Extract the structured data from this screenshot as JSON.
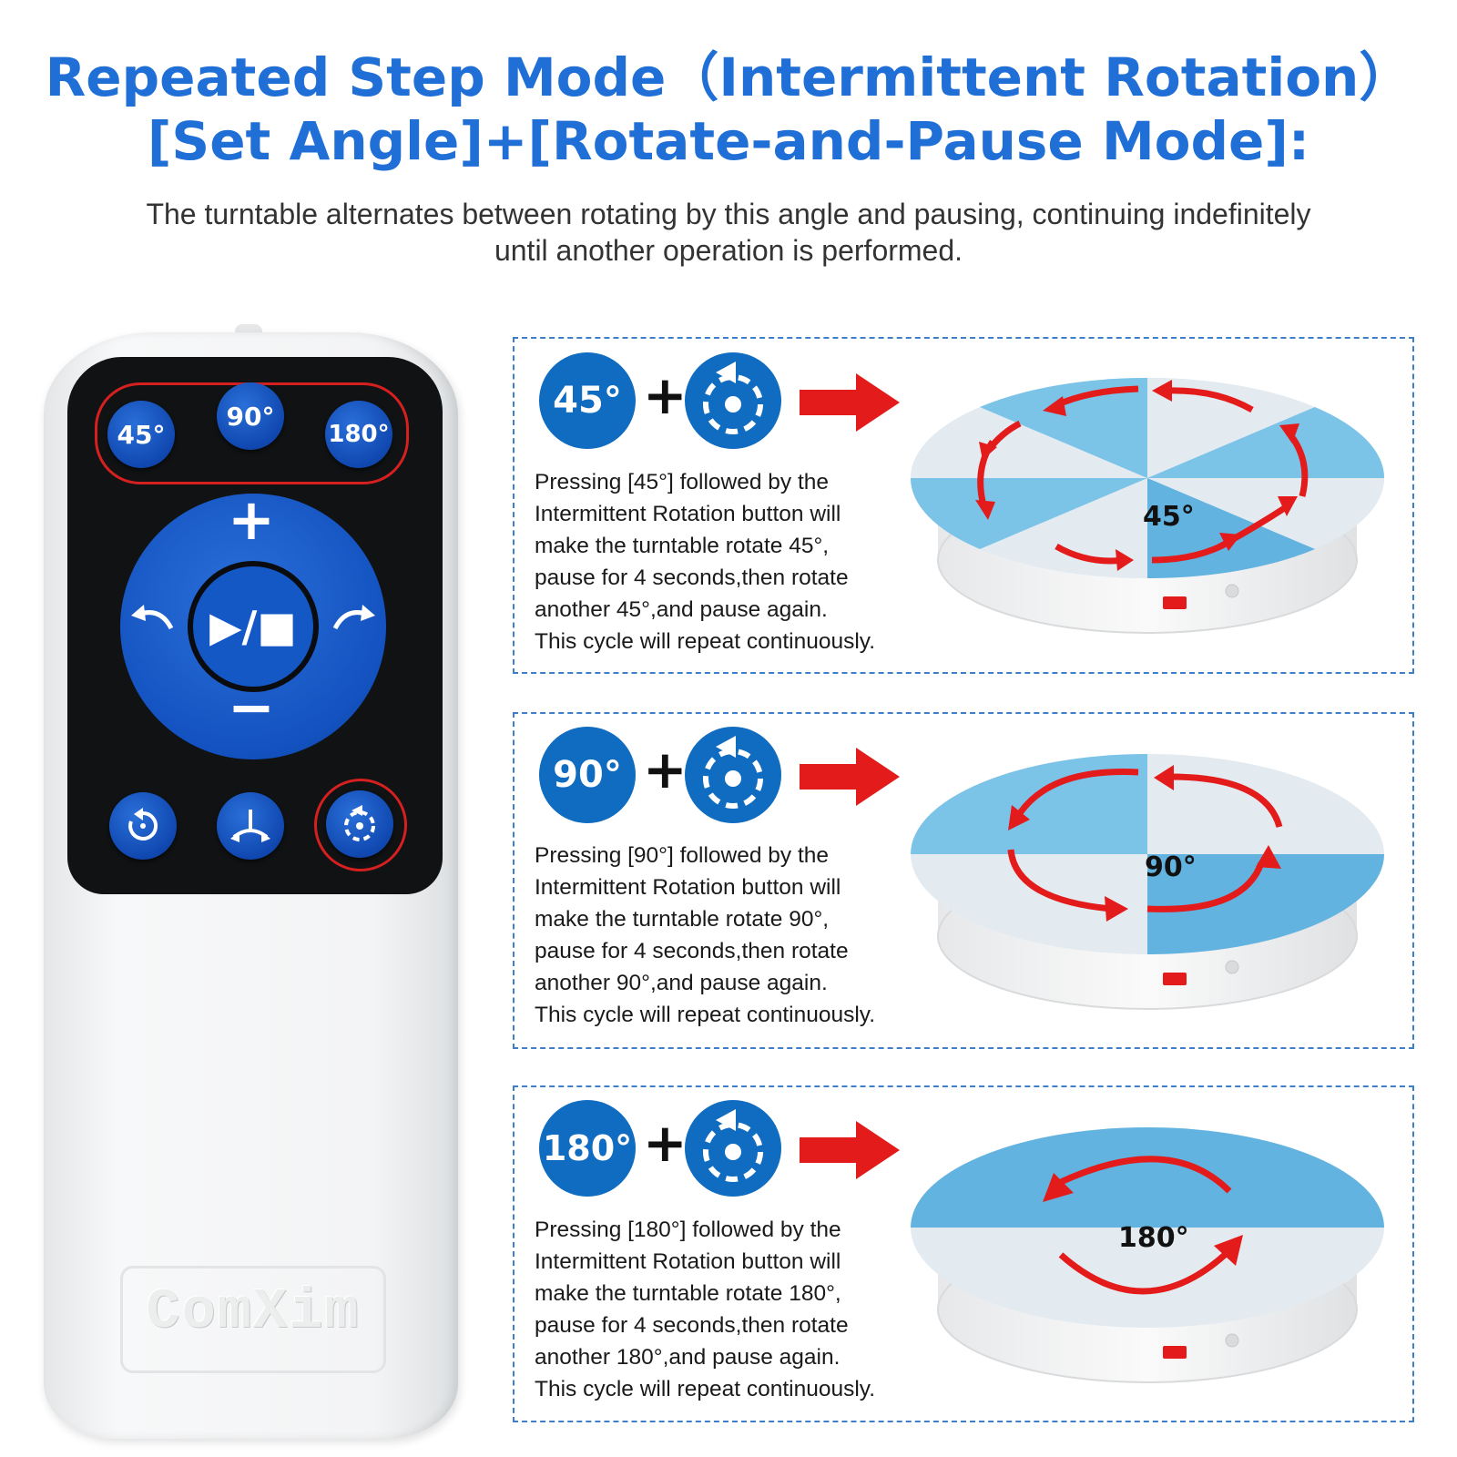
{
  "header": {
    "title_line1": "Repeated Step Mode（Intermittent Rotation）",
    "title_line2": "[Set Angle]+[Rotate-and-Pause Mode]:",
    "subtitle_line1": "The turntable alternates between rotating by this angle and pausing, continuing indefinitely",
    "subtitle_line2": "until another operation is performed."
  },
  "remote": {
    "angle_buttons": [
      "45°",
      "90°",
      "180°"
    ],
    "play_stop_label": "▶/■",
    "plus_label": "+",
    "minus_label": "−",
    "brand": "ComXim",
    "icons": [
      "rotate-left-icon",
      "rotate-right-icon",
      "reset-icon",
      "direction-icon",
      "intermittent-rotation-icon"
    ]
  },
  "accent_colors": {
    "blue": "#1f6fd6",
    "badge": "#0f6cc0",
    "red": "#e31b1b",
    "frame": "#d62020"
  },
  "cards": [
    {
      "badge": "45°",
      "plus": "+",
      "lines": [
        "Pressing [45°] followed by the",
        "Intermittent Rotation button will",
        "make the turntable rotate 45°,",
        "pause for 4 seconds,then rotate",
        "another 45°,and pause again.",
        "This cycle will repeat continuously."
      ],
      "angle_label": "45°",
      "sectors": 8
    },
    {
      "badge": "90°",
      "plus": "+",
      "lines": [
        "Pressing [90°] followed by the",
        "Intermittent Rotation button will",
        "make the turntable rotate 90°,",
        "pause for 4 seconds,then rotate",
        "another 90°,and pause again.",
        "This cycle will repeat continuously."
      ],
      "angle_label": "90°",
      "sectors": 4
    },
    {
      "badge": "180°",
      "plus": "+",
      "lines": [
        "Pressing [180°] followed by the",
        "Intermittent Rotation button will",
        "make the turntable rotate 180°,",
        "pause for 4 seconds,then rotate",
        "another 180°,and pause again.",
        "This cycle will repeat continuously."
      ],
      "angle_label": "180°",
      "sectors": 2
    }
  ]
}
